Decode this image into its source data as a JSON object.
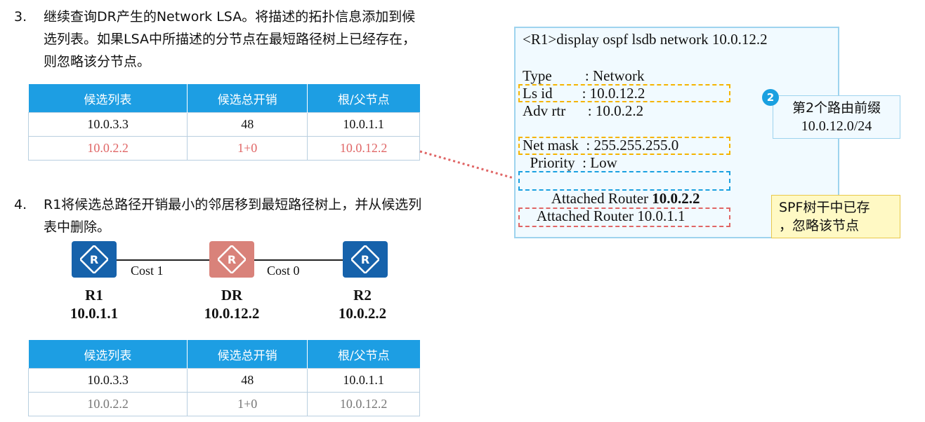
{
  "step3": {
    "num": "3.",
    "lines": [
      "继续查询DR产生的Network LSA。将描述的拓扑信息添加到候",
      "选列表。如果LSA中所描述的分节点在最短路径树上已经存在，",
      "则忽略该分节点。"
    ]
  },
  "table1": {
    "headers": [
      "候选列表",
      "候选总开销",
      "根/父节点"
    ],
    "rows": [
      [
        "10.0.3.3",
        "48",
        "10.0.1.1"
      ],
      [
        "10.0.2.2",
        "1+0",
        "10.0.12.2"
      ]
    ]
  },
  "step4": {
    "num": "4.",
    "lines": [
      "R1将候选总路径开销最小的邻居移到最短路径树上，并从候选列",
      "表中删除。"
    ]
  },
  "topology": {
    "routers": [
      {
        "name": "R1",
        "ip": "10.0.1.1",
        "color": "#1662ab"
      },
      {
        "name": "DR",
        "ip": "10.0.12.2",
        "color": "#d9827a"
      },
      {
        "name": "R2",
        "ip": "10.0.2.2",
        "color": "#1662ab"
      }
    ],
    "costs": [
      "Cost 1",
      "Cost 0"
    ],
    "icon": "router-icon"
  },
  "table2": {
    "headers": [
      "候选列表",
      "候选总开销",
      "根/父节点"
    ],
    "rows": [
      [
        "10.0.3.3",
        "48",
        "10.0.1.1"
      ],
      [
        "10.0.2.2",
        "1+0",
        "10.0.12.2"
      ]
    ]
  },
  "console": {
    "command": "<R1>display ospf lsdb network 10.0.12.2",
    "type_line": "Type         : Network",
    "lsid_line": "Ls id        : 10.0.12.2",
    "advrtr_line": "Adv rtr      : 10.0.2.2",
    "netmask_line": "Net mask  : 255.255.255.0",
    "priority_line": "  Priority  : Low",
    "attached1_prefix": "    Attached Router ",
    "attached1_ip": "10.0.2.2",
    "attached2_line": "    Attached Router 10.0.1.1"
  },
  "callout_prefix": {
    "badge": "2",
    "line1": "第2个路由前缀",
    "line2": "10.0.12.0/24"
  },
  "callout_spf": {
    "line1": "SPF树干中已存",
    "line2": "，忽略该节点"
  },
  "colors": {
    "header_blue": "#1d9ee3",
    "highlight_red": "#e06666",
    "dashed_orange": "#f5b400",
    "dashed_blue": "#1aa0e0",
    "dashed_red": "#e06666",
    "callout_yellow_bg": "#fff9c4"
  }
}
